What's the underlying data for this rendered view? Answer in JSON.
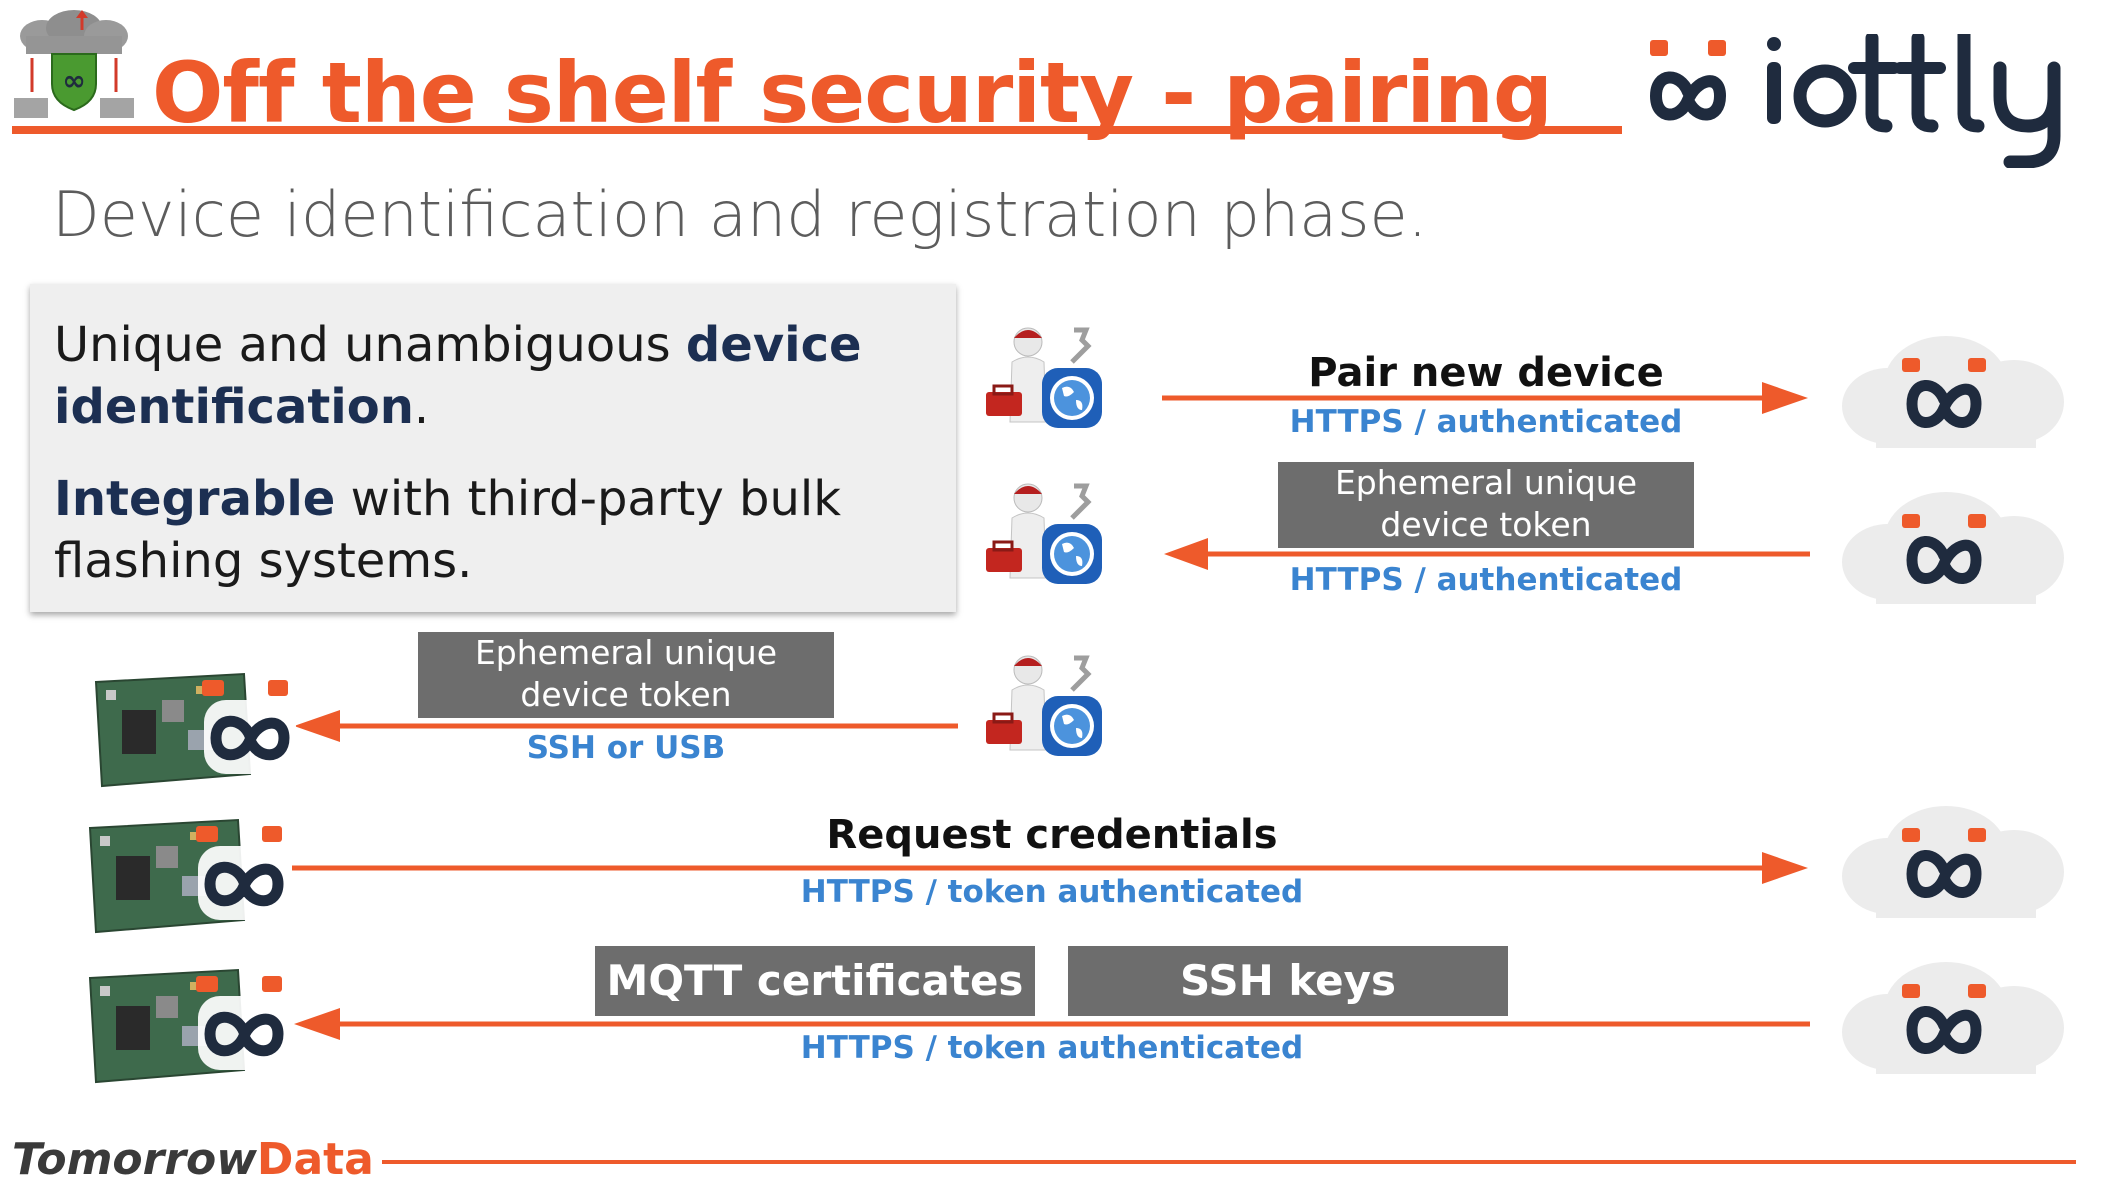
{
  "header": {
    "title": "Off the shelf security - pairing",
    "subtitle": "Device identification and registration phase."
  },
  "brand": {
    "wordmark": "iottly",
    "footer_left": "Tomorrow",
    "footer_right": "Data",
    "accent_color": "#ee5a2b",
    "navy_color": "#1f2b3e"
  },
  "infobox": {
    "line1_prefix": "Unique and unambiguous ",
    "line1_bold": "device identification",
    "line1_suffix": ".",
    "line2_bold": "Integrable",
    "line2_rest": " with third-party bulk flashing systems."
  },
  "steps": {
    "pair": {
      "heading": "Pair new device",
      "protocol": "HTTPS / authenticated"
    },
    "token_return": {
      "label_line1": "Ephemeral unique",
      "label_line2": "device token",
      "protocol": "HTTPS / authenticated"
    },
    "token_flash": {
      "label_line1": "Ephemeral unique",
      "label_line2": "device token",
      "protocol": "SSH or USB"
    },
    "request": {
      "heading": "Request credentials",
      "protocol": "HTTPS / token authenticated"
    },
    "deliver": {
      "label_mqtt": "MQTT certificates",
      "label_ssh": "SSH keys",
      "protocol": "HTTPS / token authenticated"
    }
  },
  "icons": {
    "header_icon": "cloud-shield-icon",
    "operator": "technician-globe-icon",
    "cloud": "iottly-cloud-icon",
    "device": "iottly-board-icon"
  }
}
